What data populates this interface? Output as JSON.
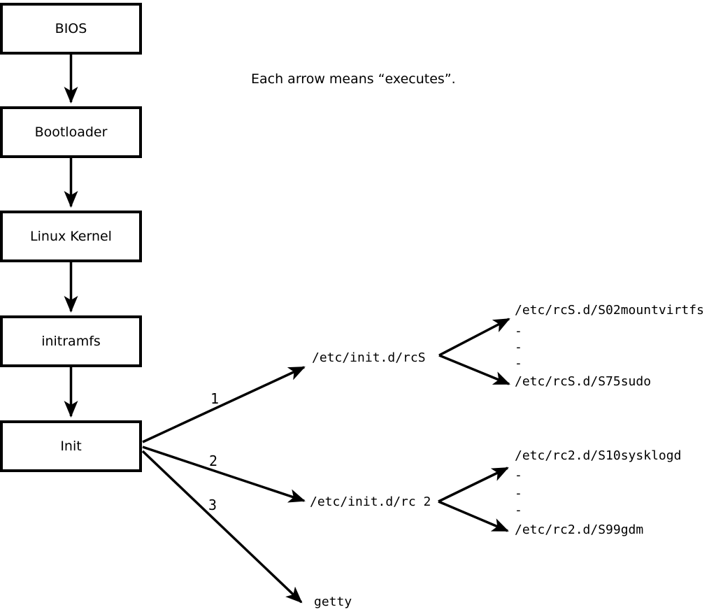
{
  "caption": "Each arrow means “executes”.",
  "flow_boxes": [
    {
      "label": "BIOS"
    },
    {
      "label": "Bootloader"
    },
    {
      "label": "Linux Kernel"
    },
    {
      "label": "initramfs"
    },
    {
      "label": "Init"
    }
  ],
  "init_branches": [
    {
      "number": "1",
      "target": "/etc/init.d/rcS"
    },
    {
      "number": "2",
      "target": "/etc/init.d/rc 2"
    },
    {
      "number": "3",
      "target": "getty"
    }
  ],
  "rcS_children": [
    "/etc/rcS.d/S02mountvirtfs",
    "-",
    "-",
    "-",
    "/etc/rcS.d/S75sudo"
  ],
  "rc2_children": [
    "/etc/rc2.d/S10sysklogd",
    "-",
    "-",
    "-",
    "/etc/rc2.d/S99gdm"
  ],
  "colors": {
    "ink": "#000000",
    "background": "#ffffff"
  }
}
